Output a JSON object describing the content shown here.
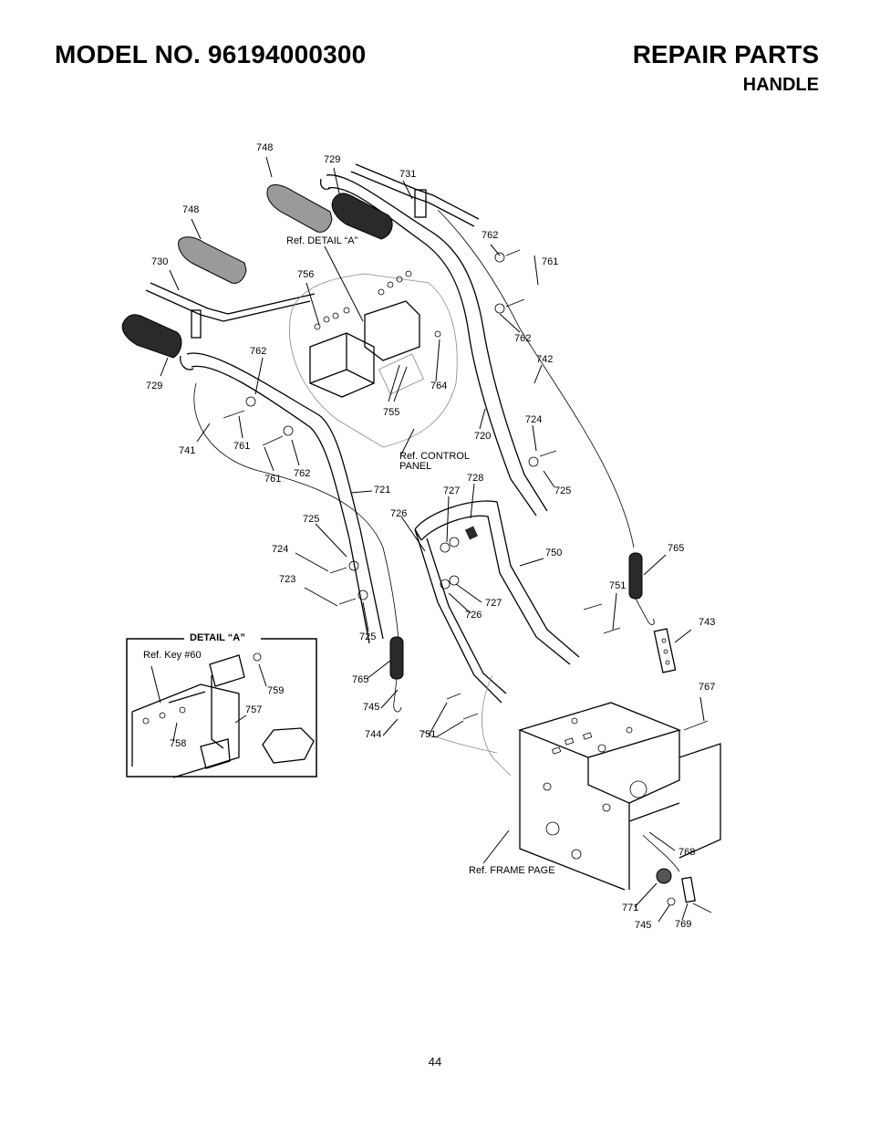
{
  "header": {
    "model": "MODEL NO. 96194000300",
    "section": "REPAIR PARTS",
    "subsection": "HANDLE"
  },
  "page_number": "44",
  "detail": {
    "title": "DETAIL “A”",
    "ref": "Ref. Key #60"
  },
  "refs": {
    "detail_a": "Ref. DETAIL “A”",
    "control_panel_1": "Ref. CONTROL",
    "control_panel_2": "PANEL",
    "frame_page": "Ref. FRAME PAGE"
  },
  "callouts": {
    "c748a": "748",
    "c729a": "729",
    "c731": "731",
    "c748b": "748",
    "c762a": "762",
    "c761a": "761",
    "c730": "730",
    "c756": "756",
    "c762b": "762",
    "c742": "742",
    "c729b": "729",
    "c762c": "762",
    "c764": "764",
    "c755": "755",
    "c724a": "724",
    "c720": "720",
    "c741": "741",
    "c761b": "761",
    "c761c": "761",
    "c762d": "762",
    "c725a": "725",
    "c721": "721",
    "c728": "728",
    "c727a": "727",
    "c726a": "726",
    "c725b": "725",
    "c765a": "765",
    "c724b": "724",
    "c750": "750",
    "c723": "723",
    "c751a": "751",
    "c727b": "727",
    "c726b": "726",
    "c725c": "725",
    "c743": "743",
    "c765b": "765",
    "c745a": "745",
    "c767": "767",
    "c744": "744",
    "c751b": "751",
    "c759": "759",
    "c757": "757",
    "c758": "758",
    "c768": "768",
    "c771": "771",
    "c745b": "745",
    "c769": "769"
  }
}
